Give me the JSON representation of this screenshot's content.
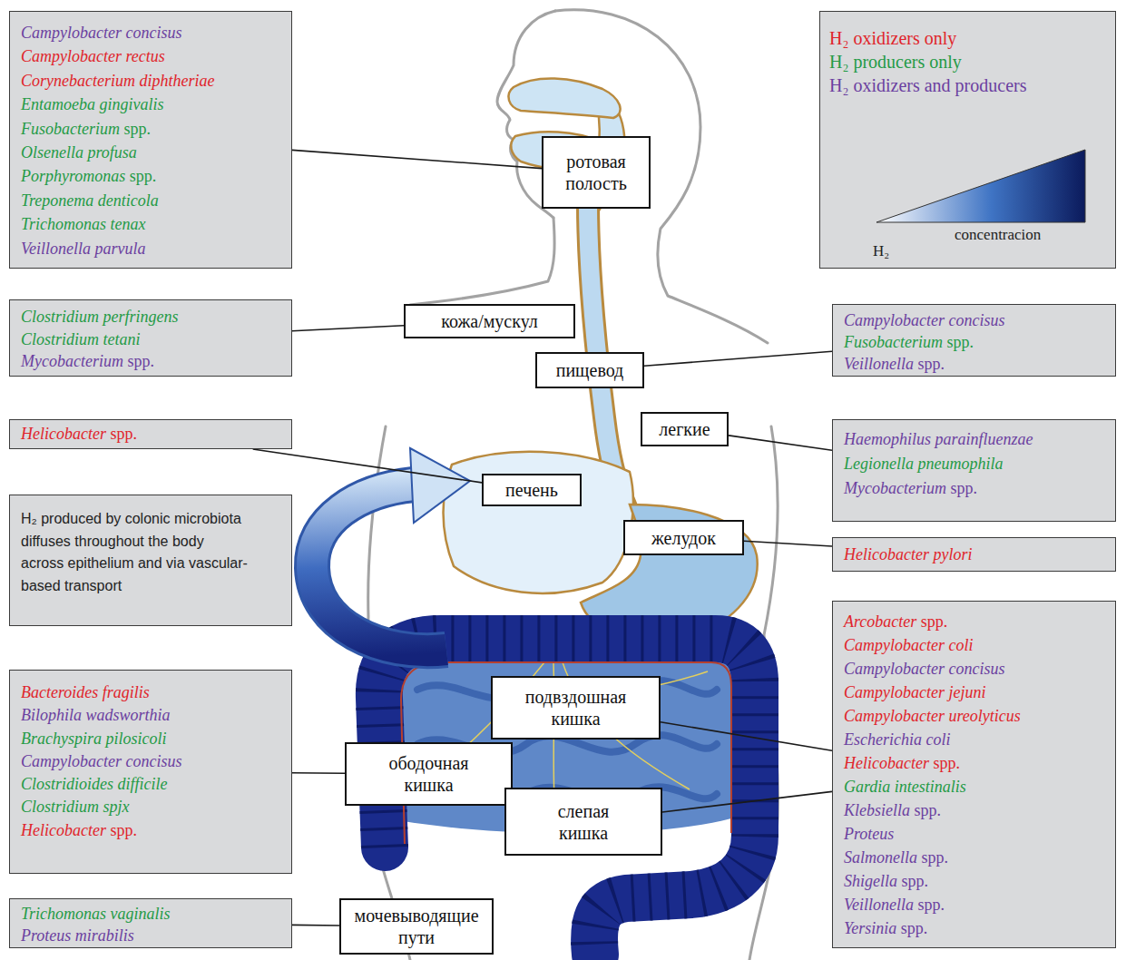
{
  "diagram": {
    "nodes": [
      {
        "text": [
          "Campylobacter concisus",
          "Campylobacter rectus",
          "Corynebacterium diphtheriae",
          "Entamoeba gingivalis",
          "Fusobacterium spp.",
          "Olsenella profusa",
          "Porphyromonas spp.",
          "Treponema denticola",
          "Trichomonas tenax",
          "Veillonella parvula"
        ]
      },
      {
        "text": [
          "ротовая полость"
        ]
      },
      {
        "text": [
          "кожа/мускул"
        ]
      },
      {
        "text": [
          "Clostridium perfringens",
          "Clostridium tetani",
          "Mycobacterium spp."
        ]
      },
      {
        "text": [
          "пищевод"
        ]
      },
      {
        "text": [
          "Campylobacter concisus",
          "Fusobacterium spp.",
          "Veillonella spp."
        ]
      },
      {
        "text": [
          "Helicobacter spp."
        ]
      },
      {
        "text": [
          "легкие"
        ]
      },
      {
        "text": [
          "Haemophilus parainfluenzae",
          "Legionella pneumophila",
          "Mycobacterium spp."
        ]
      },
      {
        "text": [
          "печень"
        ]
      },
      {
        "text": [
          "H₂ produced by colonic microbiota diffuses throughout the body across epithelium and via vascular-based transport"
        ]
      },
      {
        "text": [
          "желудок"
        ]
      },
      {
        "text": [
          "Helicobacter pylori"
        ]
      },
      {
        "text": [
          "подвздошная кишка"
        ]
      },
      {
        "text": [
          "Arcobacter spp.",
          "Campylobacter coli",
          "Campylobacter concisus",
          "Campylobacter jejuni",
          "Campylobacter ureolyticus",
          "Escherichia coli",
          "Helicobacter spp.",
          "Gardia intestinalis",
          "Klebsiella spp.",
          "Proteus",
          "Salmonella spp.",
          "Shigella spp.",
          "Veillonella spp.",
          "Yersinia spp."
        ]
      },
      {
        "text": [
          "ободочная кишка"
        ]
      },
      {
        "text": [
          "Bacteroides fragilis",
          "Bilophila wadsworthia",
          "Brachyspira pilosicoli",
          "Campylobacter concisus",
          "Clostridioides difficile",
          "Clostridium spjx",
          "Helicobacter spp."
        ]
      },
      {
        "text": [
          "слепая кишка"
        ]
      },
      {
        "text": [
          "Trichomonas vaginalis",
          "Proteus mirabilis"
        ]
      },
      {
        "text": [
          "мочевыводящие пути"
        ]
      }
    ],
    "edges": [
      {
        "from": 0,
        "to": 1,
        "arrow": "none"
      },
      {
        "from": 3,
        "to": 2,
        "arrow": "none"
      },
      {
        "from": 5,
        "to": 4,
        "arrow": "none"
      },
      {
        "from": 6,
        "to": 9,
        "arrow": "none"
      },
      {
        "from": 8,
        "to": 7,
        "arrow": "none"
      },
      {
        "from": 12,
        "to": 11,
        "arrow": "none"
      },
      {
        "from": 14,
        "to": 13,
        "arrow": "none"
      },
      {
        "from": 14,
        "to": 17,
        "arrow": "none"
      },
      {
        "from": 16,
        "to": 15,
        "arrow": "none"
      },
      {
        "from": 18,
        "to": 19,
        "arrow": "none"
      }
    ],
    "labels": [
      "H₂",
      "concentracion"
    ],
    "legend": [
      {
        "text": "H₂ oxidizers only",
        "color": "#e0242b"
      },
      {
        "text": "H₂ producers only",
        "color": "#249a46"
      },
      {
        "text": "H₂ oxidizers and producers",
        "color": "#6b3fa0"
      }
    ]
  }
}
